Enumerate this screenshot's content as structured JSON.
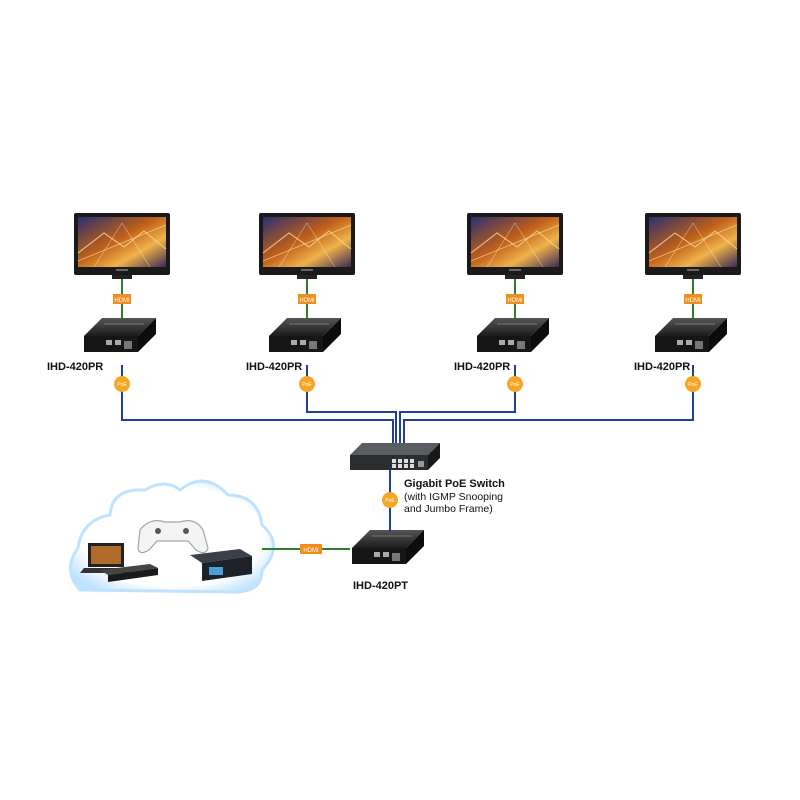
{
  "receivers": [
    {
      "model": "IHD-420PR",
      "hdmi_tag": "HDMI",
      "poe_tag": "PoE"
    },
    {
      "model": "IHD-420PR",
      "hdmi_tag": "HDMI",
      "poe_tag": "PoE"
    },
    {
      "model": "IHD-420PR",
      "hdmi_tag": "HDMI",
      "poe_tag": "PoE"
    },
    {
      "model": "IHD-420PR",
      "hdmi_tag": "HDMI",
      "poe_tag": "PoE"
    }
  ],
  "switch": {
    "title": "Gigabit PoE Switch",
    "line1": "(with IGMP Snooping",
    "line2": "and Jumbo Frame)",
    "poe_tag": "PoE"
  },
  "transmitter": {
    "model": "IHD-420PT",
    "hdmi_tag": "HDMI"
  },
  "colors": {
    "cable_blue": "#1f3f9a",
    "hdmi_green": "#2e7d32",
    "tag_orange": "#f28c1e",
    "poe_orange": "#f5a623"
  }
}
